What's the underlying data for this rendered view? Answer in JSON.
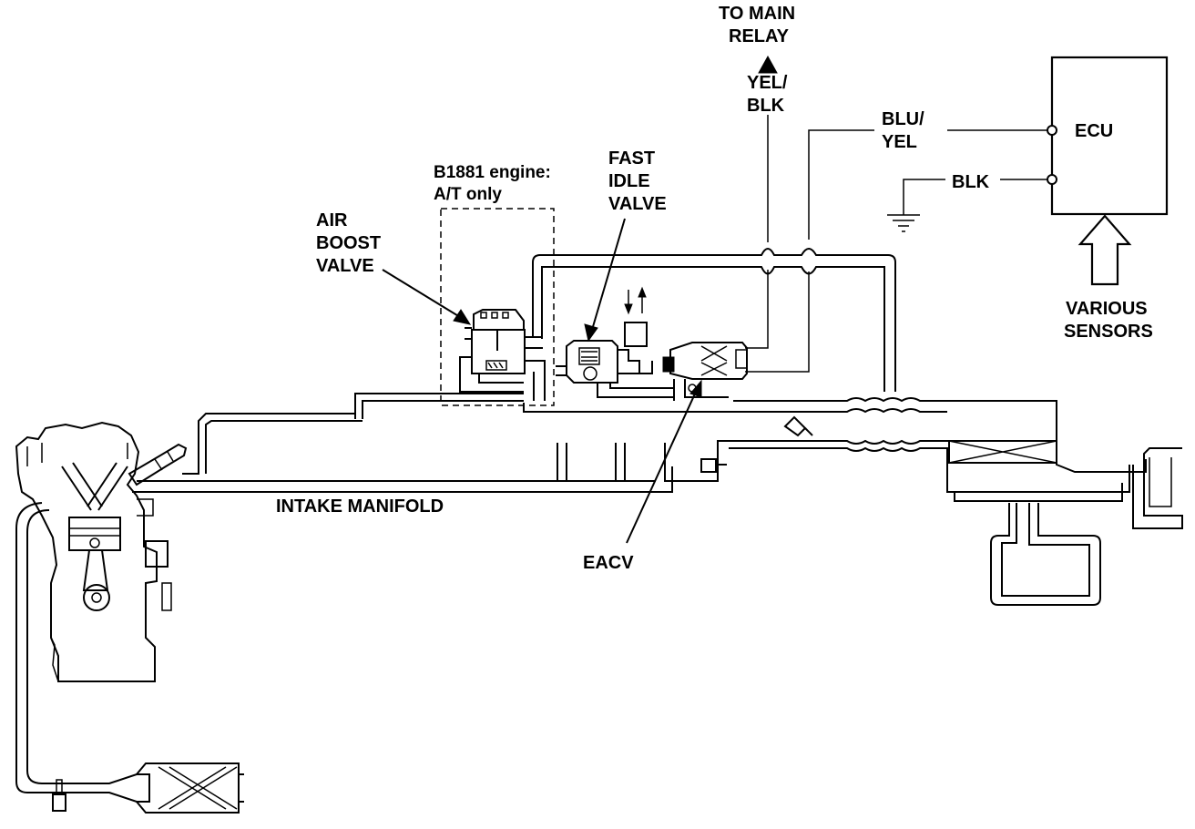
{
  "labels": {
    "to_main_relay_1": "TO MAIN",
    "to_main_relay_2": "RELAY",
    "yel_blk_1": "YEL/",
    "yel_blk_2": "BLK",
    "blu_yel_1": "BLU/",
    "blu_yel_2": "YEL",
    "blk": "BLK",
    "ecu": "ECU",
    "various_sensors_1": "VARIOUS",
    "various_sensors_2": "SENSORS",
    "engine_note_1": "B1881 engine:",
    "engine_note_2": "A/T only",
    "air_boost_1": "AIR",
    "air_boost_2": "BOOST",
    "air_boost_3": "VALVE",
    "fast_idle_1": "FAST",
    "fast_idle_2": "IDLE",
    "fast_idle_3": "VALVE",
    "intake_manifold": "INTAKE MANIFOLD",
    "eacv": "EACV"
  }
}
